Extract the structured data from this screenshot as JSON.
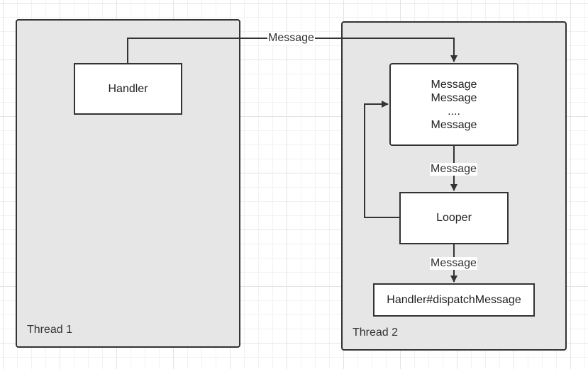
{
  "thread1": {
    "label": "Thread 1"
  },
  "thread2": {
    "label": "Thread 2"
  },
  "handler": {
    "label": "Handler"
  },
  "message_queue": {
    "lines": [
      "Message",
      "Message",
      "....",
      "Message"
    ]
  },
  "looper": {
    "label": "Looper"
  },
  "dispatch": {
    "label": "Handler#dispatchMessage"
  },
  "edges": {
    "handler_to_queue": "Message",
    "queue_to_looper": "Message",
    "looper_to_dispatch": "Message"
  },
  "colors": {
    "thread_fill": "#e6e6e6",
    "stroke": "#333333",
    "box_fill": "#ffffff"
  }
}
